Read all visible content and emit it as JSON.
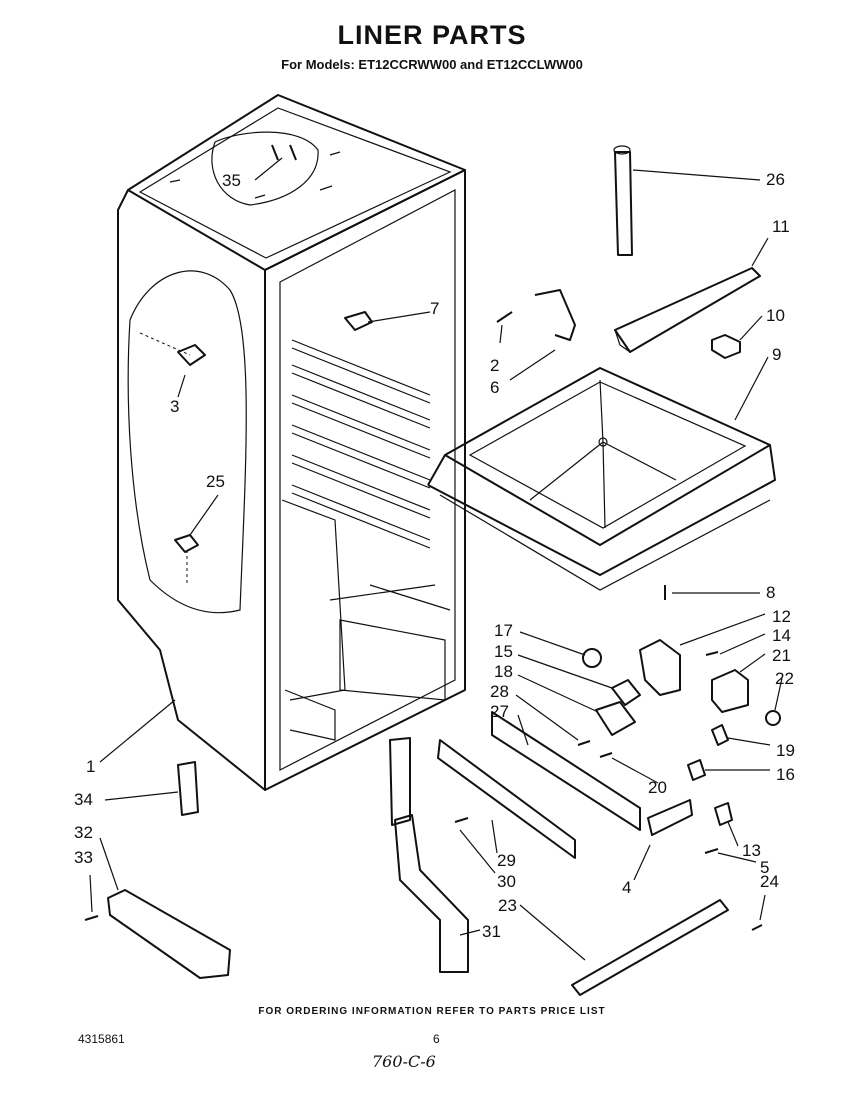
{
  "header": {
    "title": "LINER PARTS",
    "subtitle": "For Models: ET12CCRWW00 and ET12CCLWW00"
  },
  "callouts": {
    "n1": "1",
    "n2": "2",
    "n3": "3",
    "n4": "4",
    "n5": "5",
    "n6": "6",
    "n7": "7",
    "n8": "8",
    "n9": "9",
    "n10": "10",
    "n11": "11",
    "n12": "12",
    "n13": "13",
    "n14": "14",
    "n15": "15",
    "n16": "16",
    "n17": "17",
    "n18": "18",
    "n19": "19",
    "n20": "20",
    "n21": "21",
    "n22": "22",
    "n23": "23",
    "n24": "24",
    "n25": "25",
    "n26": "26",
    "n27": "27",
    "n28": "28",
    "n29": "29",
    "n30": "30",
    "n31": "31",
    "n32": "32",
    "n33": "33",
    "n34": "34",
    "n35": "35"
  },
  "footer": {
    "ordering_note": "FOR ORDERING INFORMATION REFER TO PARTS PRICE LIST",
    "doc_number": "4315861",
    "page_number": "6",
    "handwritten": "760-C-6"
  }
}
